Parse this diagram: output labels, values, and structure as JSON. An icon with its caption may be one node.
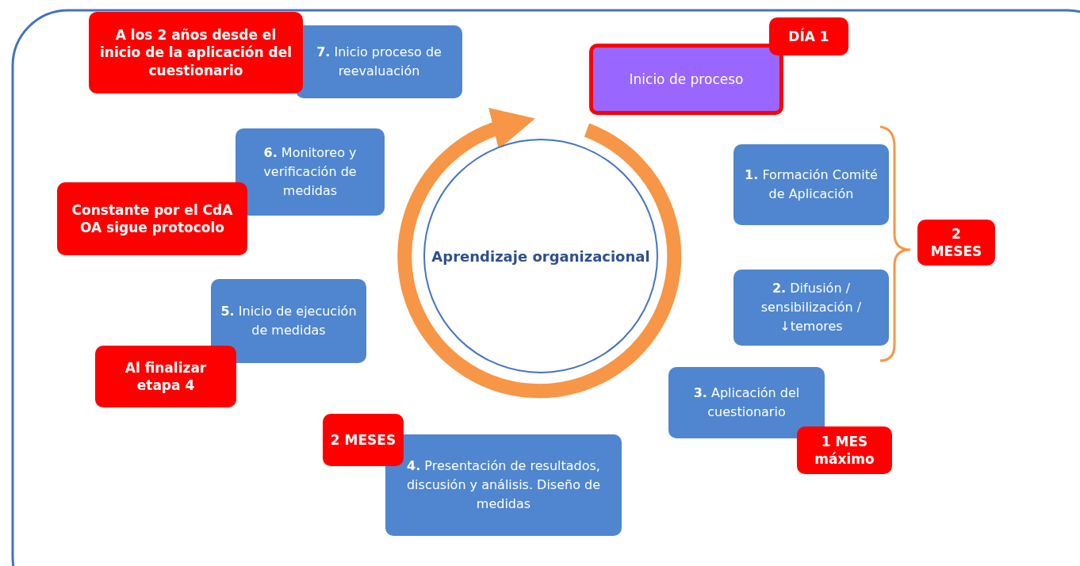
{
  "diagram": {
    "nodes": [
      {
        "text": [
          "A los 2 años desde el inicio de la aplicación del cuestionario"
        ]
      },
      {
        "text": [
          "**7.** Inicio proceso de reevaluación"
        ]
      },
      {
        "text": [
          "DÍA 1"
        ]
      },
      {
        "text": [
          "Inicio de proceso"
        ]
      },
      {
        "text": [
          "**6.** Monitoreo y verificación de medidas"
        ]
      },
      {
        "text": [
          "Constante por el CdA OA sigue protocolo"
        ]
      },
      {
        "text": [
          "**1.** Formación Comité de Aplicación"
        ]
      },
      {
        "text": [
          "Aprendizaje organizacional"
        ]
      },
      {
        "text": [
          "2 MESES"
        ]
      },
      {
        "text": [
          "**2.** Difusión / sensibilización / ↓temores"
        ]
      },
      {
        "text": [
          "**5.** Inicio de ejecución de medidas"
        ]
      },
      {
        "text": [
          "Al finalizar etapa 4"
        ]
      },
      {
        "text": [
          "**3.** Aplicación del cuestionario"
        ]
      },
      {
        "text": [
          "2 MESES"
        ]
      },
      {
        "text": [
          "1 MES máximo"
        ]
      },
      {
        "text": [
          "**4.** Presentación de resultados, discusión y análisis. Diseño de medidas"
        ]
      }
    ]
  }
}
